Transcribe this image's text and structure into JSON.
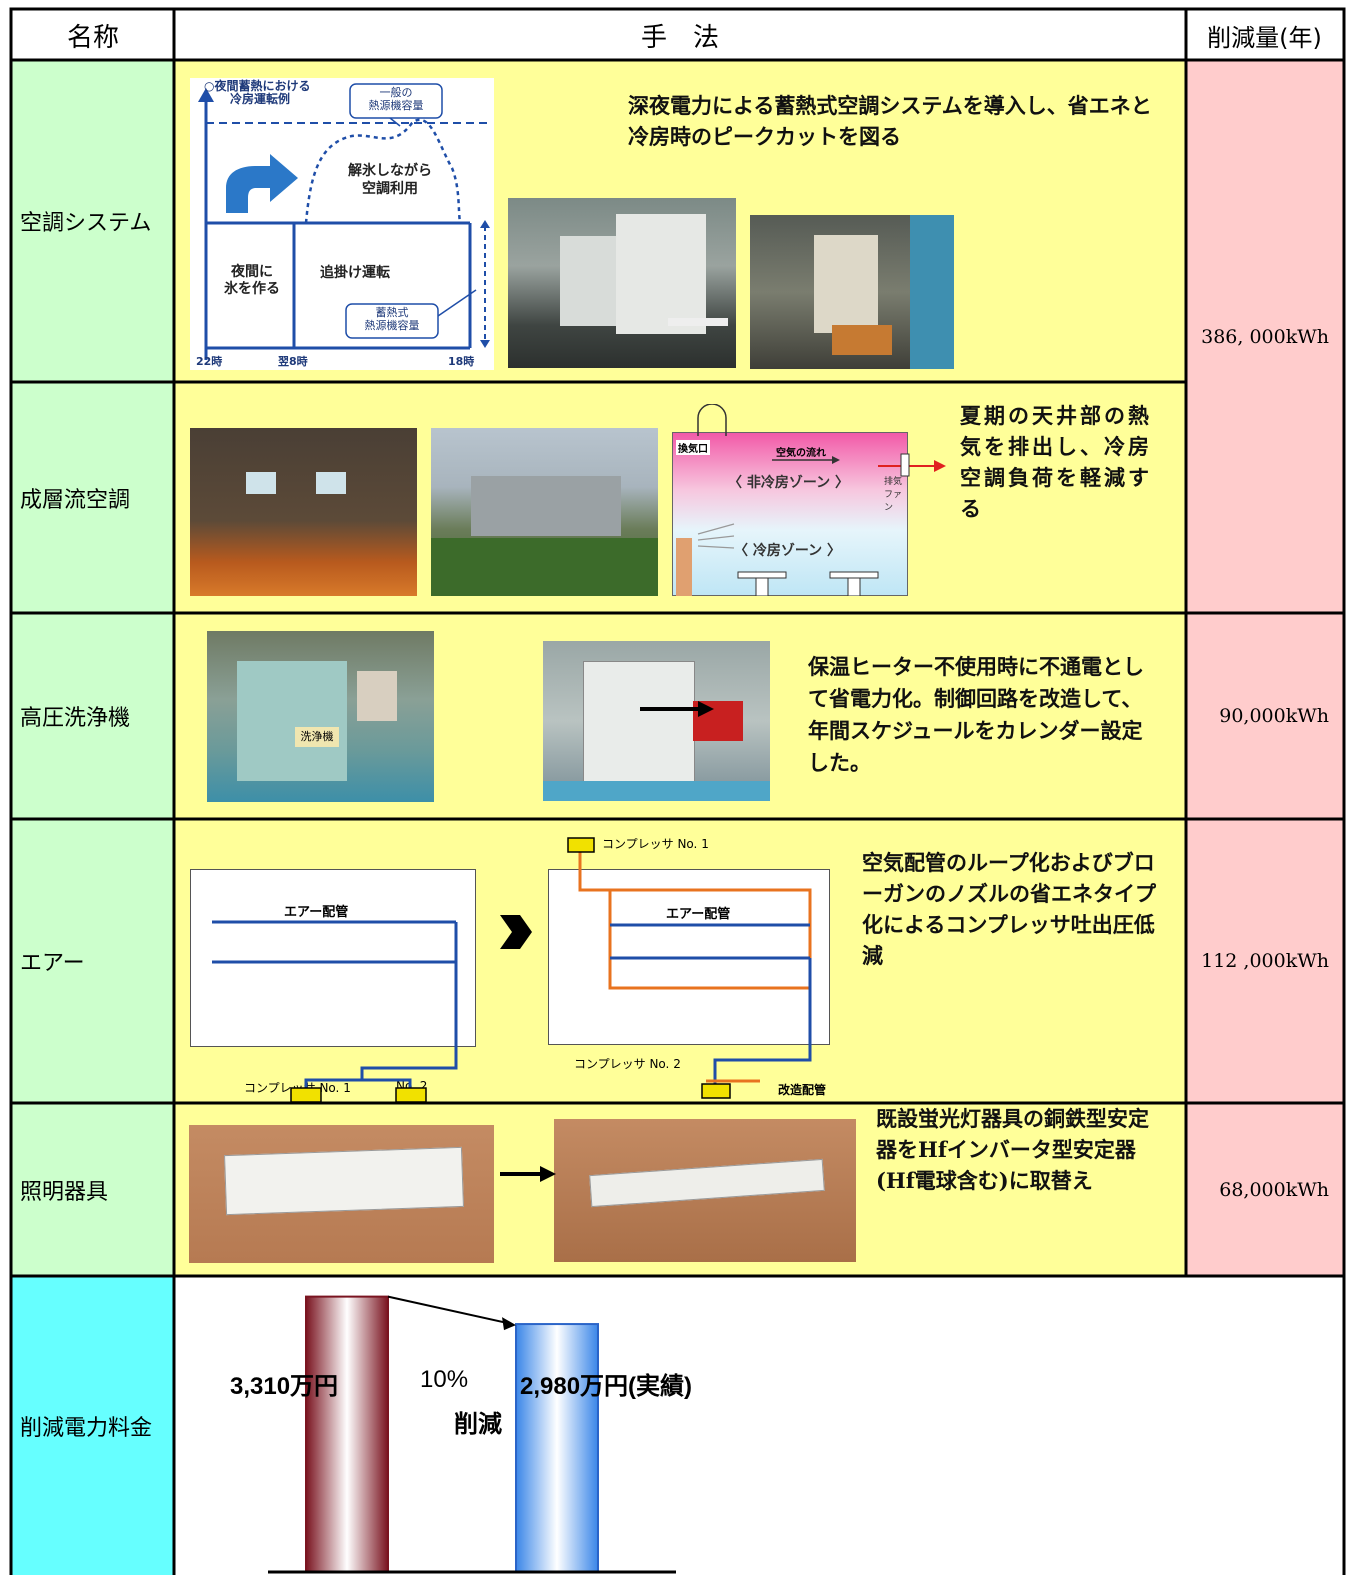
{
  "header": {
    "name": "名称",
    "method": "手　法",
    "reduction": "削減量(年)"
  },
  "rows": [
    {
      "name": "空調システム",
      "text": "深夜電力による蓄熱式空調システムを導入し、省エネと冷房時のピークカットを図る",
      "diagram": {
        "title_l1": "○夜間蓄熱における",
        "title_l2": "冷房運転例",
        "general_l1": "一般の",
        "general_l2": "熱源機容量",
        "thaw_l1": "解氷しながら",
        "thaw_l2": "空調利用",
        "night_l1": "夜間に",
        "night_l2": "氷を作る",
        "chase": "追掛け運転",
        "storage_l1": "蓄熱式",
        "storage_l2": "熱源機容量",
        "t22": "22時",
        "t8": "翌8時",
        "t18": "18時"
      }
    },
    {
      "name": "成層流空調",
      "text": "夏期の天井部の熱気を排出し、冷房空調負荷を軽減する",
      "diagram": {
        "vent": "換気口",
        "airflow": "空気の流れ",
        "fan": "排気ファン",
        "noncool": "〈 非冷房ゾーン 〉",
        "cool": "〈 冷房ゾーン 〉"
      }
    },
    {
      "name": "高圧洗浄機",
      "text": "保温ヒーター不使用時に不通電として省電力化。制御回路を改造して、年間スケジュールをカレンダー設定した。",
      "amount": "90,000kWh",
      "photo_label": "洗浄機"
    },
    {
      "name": "エアー",
      "text": "空気配管のループ化およびブローガンのノズルの省エネタイプ化によるコンプレッサ吐出圧低減",
      "amount": "112 ,000kWh",
      "diagram": {
        "pipe": "エアー配管",
        "comp1": "コンプレッサ No. 1",
        "no2": "No. 2",
        "comp_no1": "コンプレッサ No. 1",
        "comp_no2": "コンプレッサ No. 2",
        "modified": "改造配管"
      }
    },
    {
      "name": "照明器具",
      "text": "既設蛍光灯器具の銅鉄型安定器をHfインバータ型安定器(Hf電球含む)に取替え",
      "amount": "68,000kWh"
    },
    {
      "name": "削減電力料金",
      "chart": {
        "before": "3,310万円",
        "pct": "10%",
        "cut": "削減",
        "after": "2,980万円(実績)"
      }
    }
  ],
  "merged_amount": "386, 000kWh",
  "chart_data": {
    "type": "bar",
    "categories": [
      "3,310万円",
      "2,980万円(実績)"
    ],
    "values": [
      3310,
      2980
    ],
    "title": "",
    "xlabel": "",
    "ylabel": ""
  },
  "colors": {
    "name_bg": "#ccffcc",
    "method_bg": "#ffff99",
    "amount_bg": "#ffcccc",
    "cost_bg": "#66ffff",
    "pipe_blue": "#1f4ea8",
    "pipe_orange": "#e8731f"
  }
}
